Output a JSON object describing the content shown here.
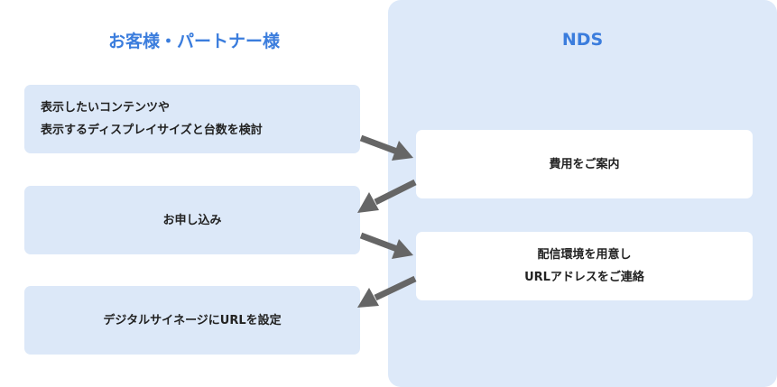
{
  "lanes": {
    "customer": "お客様・パートナー様",
    "nds": "NDS"
  },
  "steps": [
    {
      "lines": [
        "表示したいコンテンツや",
        "表示するディスプレイサイズと台数を検討"
      ]
    },
    {
      "lines": [
        "費用をご案内"
      ]
    },
    {
      "lines": [
        "お申し込み"
      ]
    },
    {
      "lines": [
        "配信環境を用意し",
        "URLアドレスをご連絡"
      ]
    },
    {
      "lines": [
        "デジタルサイネージにURLを設定"
      ]
    }
  ],
  "colors": {
    "lane_title": "#3b7ddd",
    "nds_panel": "#dde9f9",
    "customer_box": "#dce8f8",
    "nds_box": "#ffffff",
    "arrow": "#666666"
  }
}
